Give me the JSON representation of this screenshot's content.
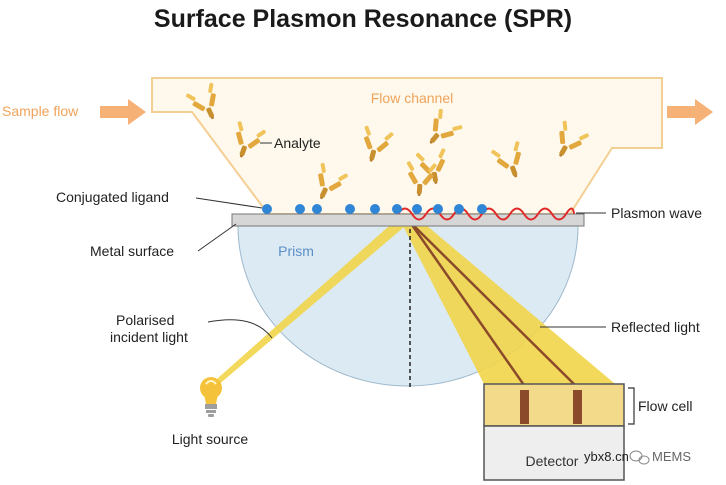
{
  "title": "Surface Plasmon Resonance (SPR)",
  "labels": {
    "sample_flow": "Sample flow",
    "flow_channel": "Flow channel",
    "analyte": "Analyte",
    "conjugated_ligand": "Conjugated ligand",
    "plasmon_wave": "Plasmon wave",
    "metal_surface": "Metal surface",
    "prism": "Prism",
    "polarised_line1": "Polarised",
    "polarised_line2": "incident light",
    "reflected_light": "Reflected light",
    "light_source": "Light source",
    "flow_cell": "Flow cell",
    "detector": "Detector"
  },
  "watermark": {
    "site": "ybx8.cn",
    "brand": "MEMS"
  },
  "colors": {
    "channel_fill": "#fef9ec",
    "channel_stroke": "#f4cf93",
    "flow_arrow": "#f5b176",
    "prism_fill": "#dceaf3",
    "metal_fill": "#d6d6d6",
    "ligand": "#2f86d6",
    "plasmon_wave": "#e02a2a",
    "light_beam": "#f1d54a",
    "ray_line": "#8b4a2a",
    "flow_cell_fill": "#f3d98a",
    "detector_fill": "#eeeeee"
  }
}
